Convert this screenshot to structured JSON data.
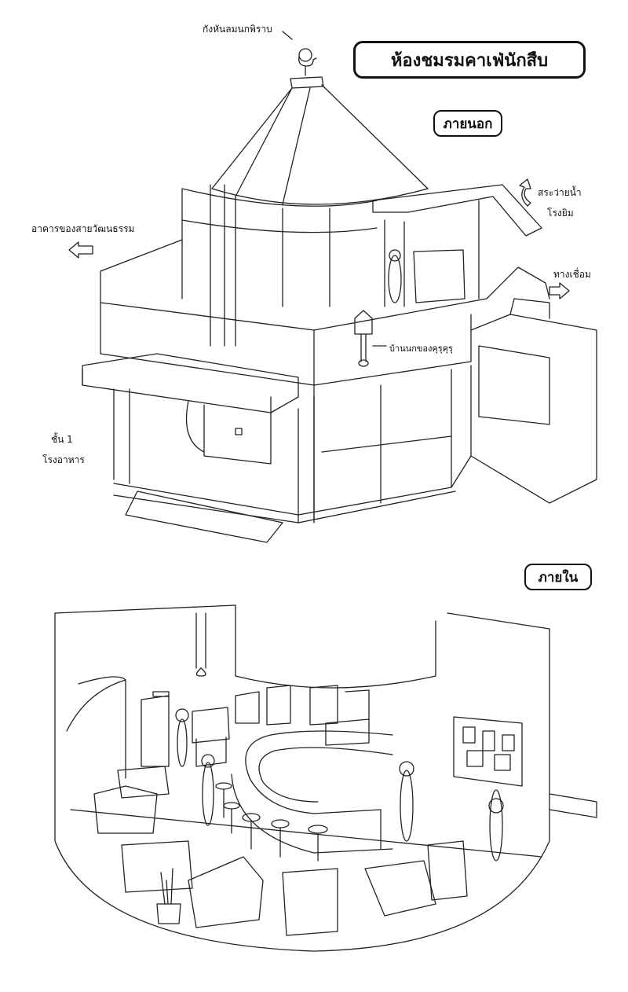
{
  "title": "ห้องชมรมคาเฟ่นักสืบ",
  "sections": {
    "exterior": "ภายนอก",
    "interior": "ภายใน"
  },
  "labels": {
    "weathervane": "กังหันลมนกพิราบ",
    "pool": "สระว่ายน้ำ",
    "gym": "โรงยิม",
    "culture_building": "อาคารของสายวัฒนธรรม",
    "walkway": "ทางเชื่อม",
    "birdhouse": "บ้านนกของคุรุคุรุ",
    "floor": "ชั้น 1",
    "cafeteria": "โรงอาหาร"
  }
}
